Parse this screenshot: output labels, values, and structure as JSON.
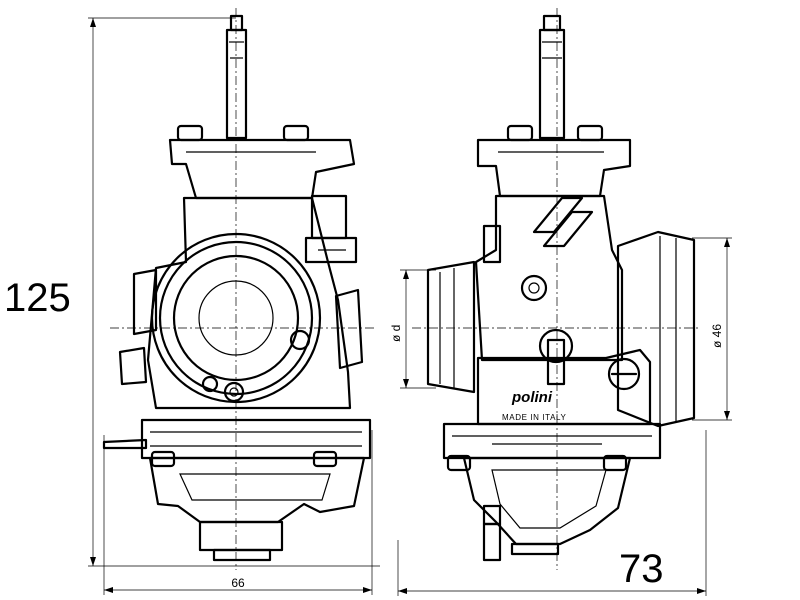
{
  "dimensions": {
    "height": "125",
    "width_front": "66",
    "depth_side": "73",
    "inlet_diameter": "ø d",
    "outlet_diameter": "ø 46"
  },
  "markings": {
    "brand": "polini",
    "origin": "MADE IN ITALY"
  }
}
